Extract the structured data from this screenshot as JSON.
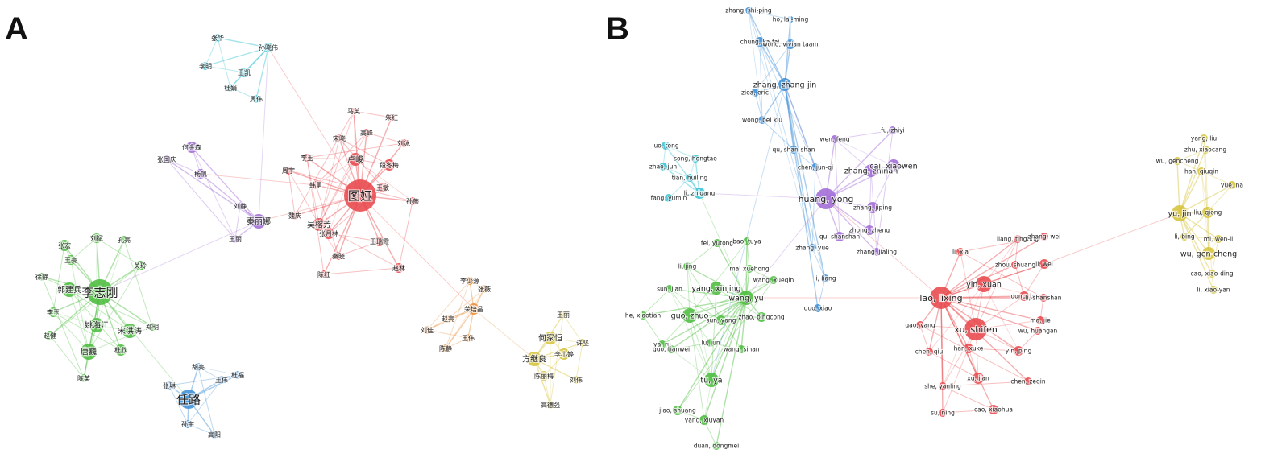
{
  "panels": [
    {
      "letter": "A",
      "clusters": [
        {
          "color": "#e8484c",
          "names": [
            "图娅",
            "吴榕芳",
            "卢峻",
            "段冬梅",
            "宋晓",
            "王敏",
            "张月林",
            "王瑞霞",
            "秦晓",
            "韩勇",
            "高峰",
            "刘冰",
            "李玉",
            "陈红",
            "赵林",
            "孙燕",
            "周宇",
            "魏庆",
            "马英",
            "朱红"
          ]
        },
        {
          "color": "#4cbd3f",
          "names": [
            "李志刚",
            "唐巍",
            "姚海江",
            "宋洪涛",
            "郭建兵",
            "杜欣",
            "李玉",
            "张宏",
            "王亮",
            "刘斌",
            "关玲",
            "赵健",
            "陈英",
            "徐静",
            "郑明",
            "孔亮"
          ]
        },
        {
          "color": "#3d8fd6",
          "names": [
            "任路",
            "王伟",
            "杜福",
            "张琳",
            "孙宇",
            "高阳",
            "胡亮"
          ]
        },
        {
          "color": "#38c3d4",
          "names": [
            "孙晓伟",
            "王凯",
            "李明",
            "张华",
            "杜娟",
            "周伟"
          ]
        },
        {
          "color": "#a06bd6",
          "names": [
            "秦丽娜",
            "何金森",
            "杨帆",
            "张国庆",
            "王丽",
            "刘静"
          ]
        },
        {
          "color": "#d6c43a",
          "names": [
            "方继良",
            "何家恒",
            "李小婷",
            "陈丽梅",
            "高德强",
            "王丽",
            "许坚",
            "刘伟"
          ]
        },
        {
          "color": "#e8903a",
          "names": [
            "荣培晶",
            "李少源",
            "张薇",
            "赵亮",
            "刘佳",
            "王伟",
            "陈静"
          ]
        }
      ]
    },
    {
      "letter": "B",
      "clusters": [
        {
          "color": "#e8484c",
          "names": [
            "lao, lixing",
            "xu, shifen",
            "yin, xuan",
            "li, wei",
            "dong, bo",
            "zhou, shuang",
            "liang, tingting",
            "zhang, wei",
            "li, xia",
            "li, shanshan",
            "ma, jie",
            "wu, huangan",
            "yin, ping",
            "han, xuke",
            "xu, jian",
            "chen, qiu",
            "gao, yang",
            "chen, zeqin",
            "she, yanling",
            "cao, xiaohua",
            "su, ning"
          ]
        },
        {
          "color": "#4cbd3f",
          "names": [
            "wang, yu",
            "guo, zhuo",
            "tu, ya",
            "yang, xinjing",
            "zhao, bingcong",
            "sun, yang",
            "sun, jian",
            "he, xiaotian",
            "ya, ru",
            "guo, tianwei",
            "lu, jun",
            "wang, sihan",
            "li, jing",
            "fei, yutong",
            "bao, tuya",
            "ma, xuehong",
            "wang, xueqin",
            "jiao, shuang",
            "yang, xiuyan",
            "duan, dongmei"
          ]
        },
        {
          "color": "#a06bd6",
          "names": [
            "huang, yong",
            "zhang, zhinan",
            "cai, xiaowen",
            "zhang, jiping",
            "zhong, zheng",
            "qu, shanshan",
            "wen, feng",
            "fu, zhiyi",
            "zhang, jialing"
          ]
        },
        {
          "color": "#3d8fd6",
          "names": [
            "zhang, zhang-jin",
            "chung, ka-fai",
            "zhang, shi-ping",
            "ho, lai-ming",
            "wong, vivian taam",
            "ziea, eric",
            "wong, bei kiu",
            "qu, shan-shan",
            "chen, jun-qi",
            "zhang, yue",
            "li, liang",
            "guo, xiao"
          ]
        },
        {
          "color": "#38c3d4",
          "names": [
            "li, zhigang",
            "song, hongtao",
            "luo, tong",
            "zhao, jun",
            "tian, huiling",
            "fang, yumin"
          ]
        },
        {
          "color": "#d6c43a",
          "names": [
            "yu, jin",
            "liu, qiong",
            "wu, gen-cheng",
            "yang, liu",
            "zhu, xiaocang",
            "wu, gencheng",
            "han, qiuqin",
            "yue, na",
            "li, bing",
            "mi, wen-li",
            "cao, xiao-ding",
            "li, xiao-yan"
          ]
        }
      ]
    }
  ]
}
